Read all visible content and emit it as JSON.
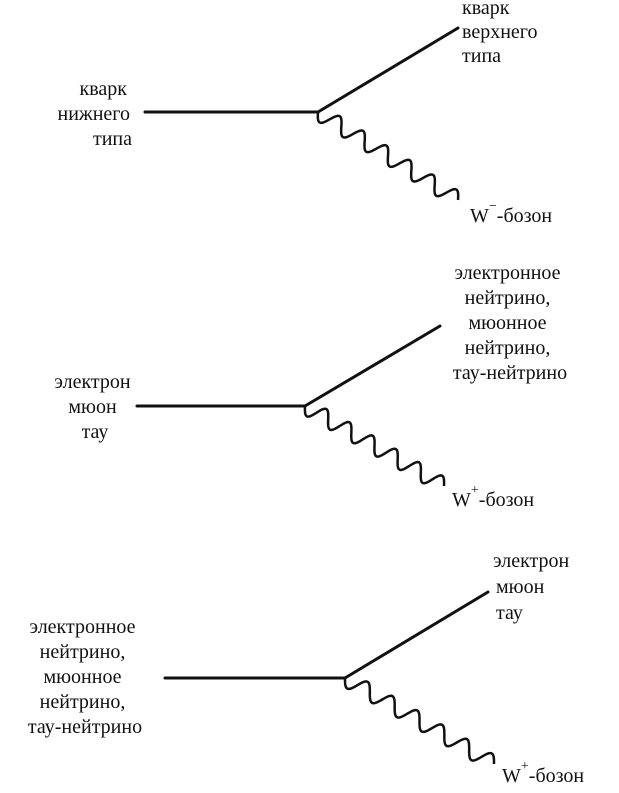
{
  "diagrams": [
    {
      "incoming": [
        "кварк",
        "нижнего",
        "типа"
      ],
      "outgoing": [
        "кварк",
        "верхнего",
        "типа"
      ],
      "boson": {
        "letter": "W",
        "charge": "−",
        "suffix": "-бозон"
      }
    },
    {
      "incoming": [
        "электрон",
        "мюон",
        "тау"
      ],
      "outgoing": [
        "электронное",
        "нейтрино,",
        "мюонное",
        "нейтрино,",
        "тау-нейтрино"
      ],
      "boson": {
        "letter": "W",
        "charge": "+",
        "suffix": "-бозон"
      }
    },
    {
      "incoming": [
        "электронное",
        "нейтрино,",
        "мюонное",
        "нейтрино,",
        "тау-нейтрино"
      ],
      "outgoing": [
        "электрон",
        "мюон",
        "тау"
      ],
      "boson": {
        "letter": "W",
        "charge": "+",
        "suffix": "-бозон"
      }
    }
  ],
  "colors": {
    "ink": "#111111",
    "background": "#ffffff"
  }
}
